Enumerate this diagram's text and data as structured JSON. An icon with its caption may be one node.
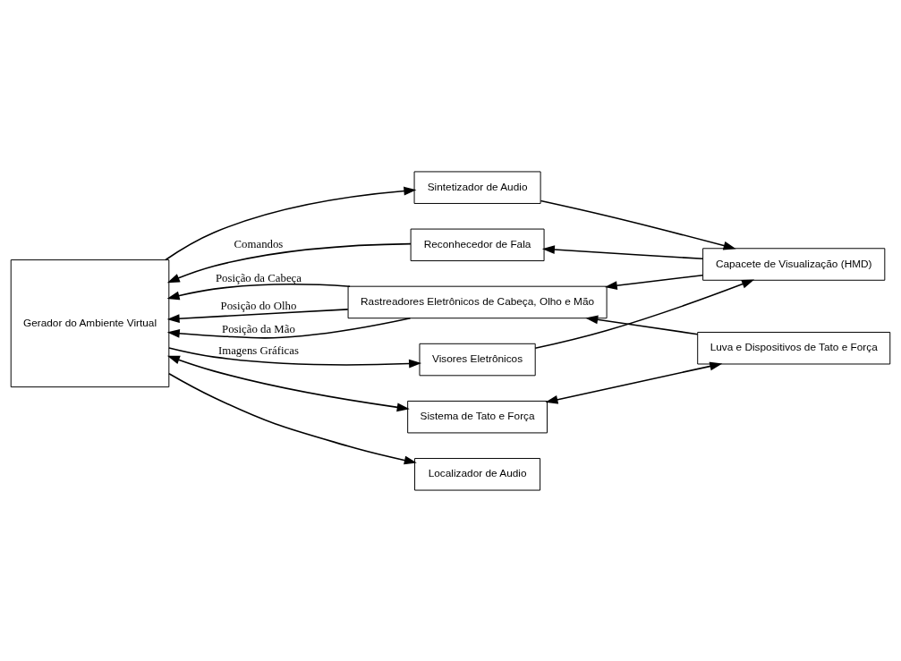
{
  "diagram": {
    "nodes": [
      {
        "text": [
          "Gerador do Ambiente Virtual"
        ]
      },
      {
        "text": [
          "Sintetizador de Audio"
        ]
      },
      {
        "text": [
          "Localizador de Audio"
        ]
      },
      {
        "text": [
          "Capacete de Visualização (HMD)"
        ]
      },
      {
        "text": [
          "Reconhecedor de Fala"
        ]
      },
      {
        "text": [
          "Visores Eletrônicos"
        ]
      },
      {
        "text": [
          "Rastreadores Eletrônicos de Cabeça, Olho e Mão"
        ]
      },
      {
        "text": [
          "Luva e Dispositivos de Tato e Força"
        ]
      },
      {
        "text": [
          "Sistema de Tato e Força"
        ]
      }
    ],
    "edges": [
      {
        "from": 0,
        "to": 1,
        "arrow": "to"
      },
      {
        "from": 0,
        "to": 2,
        "arrow": "to"
      },
      {
        "from": 1,
        "to": 3,
        "arrow": "to"
      },
      {
        "from": 3,
        "to": 4,
        "arrow": "to"
      },
      {
        "from": 4,
        "to": 0,
        "arrow": "to",
        "label": "Comandos"
      },
      {
        "from": 0,
        "to": 5,
        "arrow": "to",
        "label": "Imagens Gráficas"
      },
      {
        "from": 5,
        "to": 3,
        "arrow": "to"
      },
      {
        "from": 3,
        "to": 6,
        "arrow": "to"
      },
      {
        "from": 6,
        "to": 0,
        "arrow": "to",
        "label": "Posição da Cabeça"
      },
      {
        "from": 6,
        "to": 0,
        "arrow": "to",
        "label": "Posição do Olho"
      },
      {
        "from": 6,
        "to": 0,
        "arrow": "to",
        "label": "Posição da Mão"
      },
      {
        "from": 7,
        "to": 6,
        "arrow": "to"
      },
      {
        "from": 0,
        "to": 8,
        "arrow": "both"
      },
      {
        "from": 8,
        "to": 7,
        "arrow": "both"
      }
    ]
  }
}
